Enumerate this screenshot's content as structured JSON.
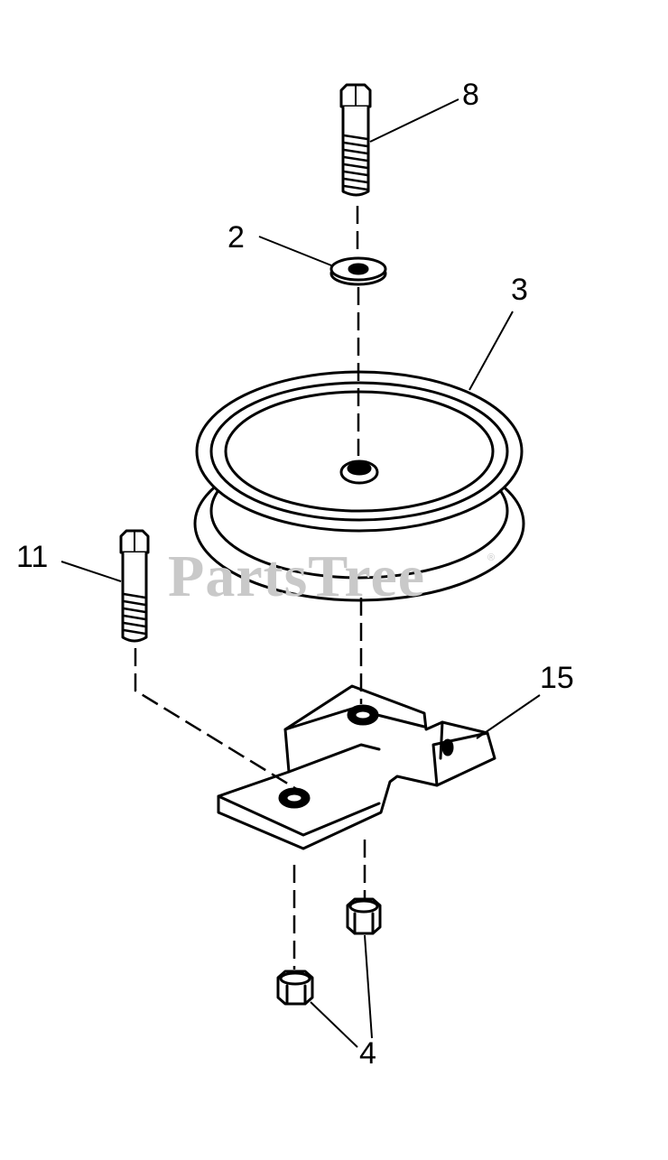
{
  "watermark": {
    "text": "PartsTree",
    "mark": "®"
  },
  "callouts": {
    "bolt_top": "8",
    "washer": "2",
    "pulley": "3",
    "bolt_side": "11",
    "bracket": "15",
    "nuts": "4"
  }
}
